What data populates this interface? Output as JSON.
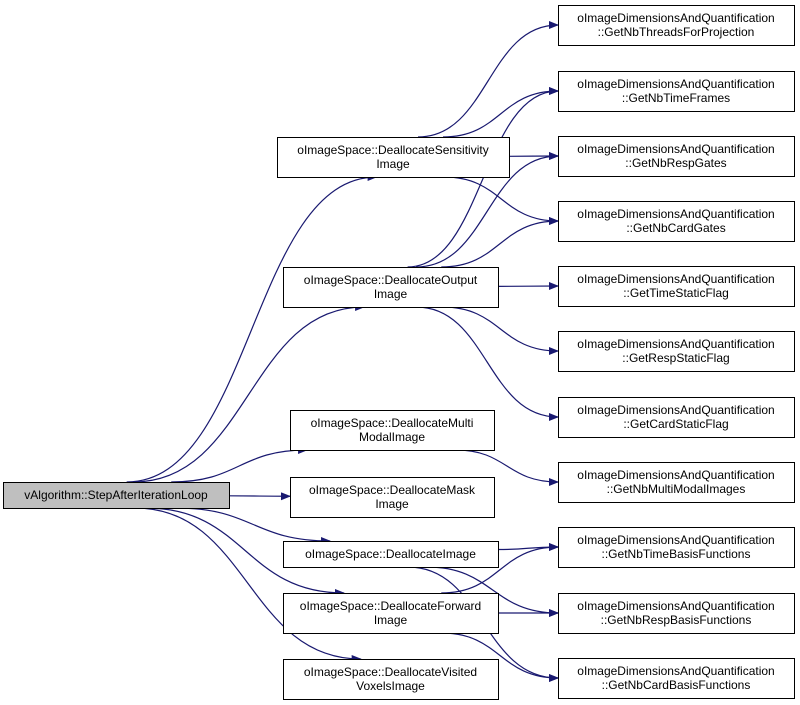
{
  "colors": {
    "edge": "#191970",
    "node_fill": "#ffffff",
    "root_fill": "#bfbfbf",
    "node_border": "#000000"
  },
  "nodes": {
    "root": [
      "vAlgorithm::StepAfterIterationLoop"
    ],
    "sens": [
      "oImageSpace::DeallocateSensitivity",
      "Image"
    ],
    "out": [
      "oImageSpace::DeallocateOutput",
      "Image"
    ],
    "multi": [
      "oImageSpace::DeallocateMulti",
      "ModalImage"
    ],
    "mask": [
      "oImageSpace::DeallocateMask",
      "Image"
    ],
    "img": [
      "oImageSpace::DeallocateImage"
    ],
    "fwd": [
      "oImageSpace::DeallocateForward",
      "Image"
    ],
    "vis": [
      "oImageSpace::DeallocateVisited",
      "VoxelsImage"
    ],
    "threads": [
      "oImageDimensionsAndQuantification",
      "::GetNbThreadsForProjection"
    ],
    "timeframes": [
      "oImageDimensionsAndQuantification",
      "::GetNbTimeFrames"
    ],
    "respgates": [
      "oImageDimensionsAndQuantification",
      "::GetNbRespGates"
    ],
    "cardgates": [
      "oImageDimensionsAndQuantification",
      "::GetNbCardGates"
    ],
    "timestatic": [
      "oImageDimensionsAndQuantification",
      "::GetTimeStaticFlag"
    ],
    "respstatic": [
      "oImageDimensionsAndQuantification",
      "::GetRespStaticFlag"
    ],
    "cardstatic": [
      "oImageDimensionsAndQuantification",
      "::GetCardStaticFlag"
    ],
    "multimodal": [
      "oImageDimensionsAndQuantification",
      "::GetNbMultiModalImages"
    ],
    "timebasis": [
      "oImageDimensionsAndQuantification",
      "::GetNbTimeBasisFunctions"
    ],
    "respbasis": [
      "oImageDimensionsAndQuantification",
      "::GetNbRespBasisFunctions"
    ],
    "cardbasis": [
      "oImageDimensionsAndQuantification",
      "::GetNbCardBasisFunctions"
    ]
  },
  "edges": [
    [
      "root",
      "sens"
    ],
    [
      "root",
      "out"
    ],
    [
      "root",
      "multi"
    ],
    [
      "root",
      "mask"
    ],
    [
      "root",
      "img"
    ],
    [
      "root",
      "fwd"
    ],
    [
      "root",
      "vis"
    ],
    [
      "sens",
      "threads"
    ],
    [
      "sens",
      "timeframes"
    ],
    [
      "sens",
      "respgates"
    ],
    [
      "sens",
      "cardgates"
    ],
    [
      "out",
      "timeframes"
    ],
    [
      "out",
      "respgates"
    ],
    [
      "out",
      "cardgates"
    ],
    [
      "out",
      "timestatic"
    ],
    [
      "out",
      "respstatic"
    ],
    [
      "out",
      "cardstatic"
    ],
    [
      "multi",
      "multimodal"
    ],
    [
      "img",
      "timebasis"
    ],
    [
      "img",
      "respbasis"
    ],
    [
      "img",
      "cardbasis"
    ],
    [
      "fwd",
      "timebasis"
    ],
    [
      "fwd",
      "respbasis"
    ],
    [
      "fwd",
      "cardbasis"
    ]
  ]
}
